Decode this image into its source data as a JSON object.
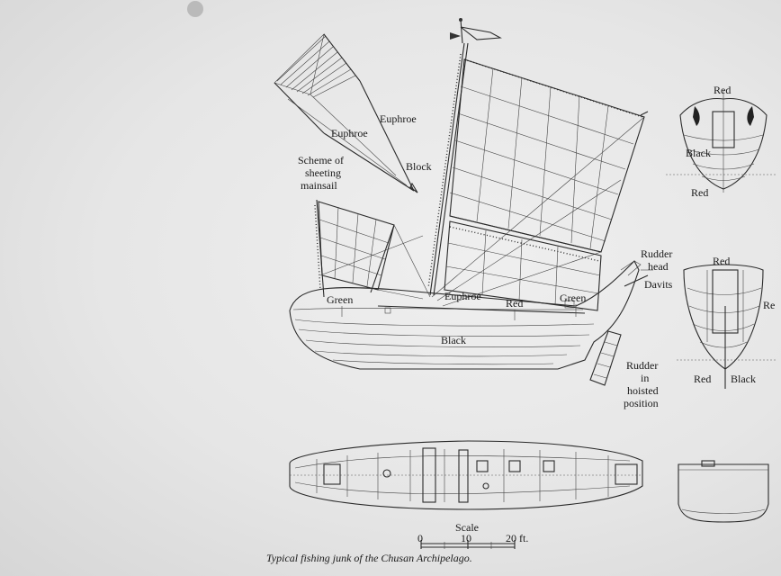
{
  "labels": {
    "euphroe_top": "Euphroe",
    "euphroe_left": "Euphroe",
    "block": "Block",
    "scheme_line1": "Scheme of",
    "scheme_line2": "sheeting",
    "scheme_line3": "mainsail",
    "green_left": "Green",
    "euphroe_hull": "Euphroe",
    "red_hull": "Red",
    "green_right": "Green",
    "black_hull": "Black",
    "rudder_head_line1": "Rudder",
    "rudder_head_line2": "head",
    "davits": "Davits",
    "rudder_hoist_line1": "Rudder",
    "rudder_hoist_line2": "in",
    "rudder_hoist_line3": "hoisted",
    "rudder_hoist_line4": "position",
    "bow_red_top": "Red",
    "bow_black": "Black",
    "bow_red_bottom": "Red",
    "stern_red_top": "Red",
    "stern_red_right": "Re",
    "stern_red_bottom": "Red",
    "stern_black": "Black",
    "scale_title": "Scale",
    "scale_0": "0",
    "scale_10": "10",
    "scale_20": "20 ft.",
    "caption": "Typical fishing junk of the Chusan Archipelago."
  },
  "colors": {
    "paper": "#e6e6e6",
    "ink": "#1a1a1a"
  }
}
